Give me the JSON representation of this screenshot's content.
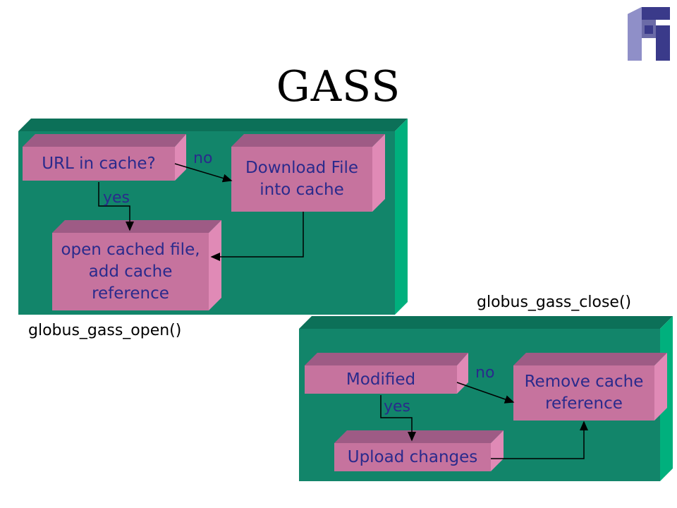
{
  "slide": {
    "title": "GASS"
  },
  "open_panel": {
    "caption": "globus_gass_open()",
    "nodes": {
      "url_in_cache": "URL in cache?",
      "download_file": "Download File\ninto cache",
      "open_cached": "open cached file,\nadd cache\nreference"
    },
    "edges": {
      "no": "no",
      "yes": "yes"
    }
  },
  "close_panel": {
    "caption": "globus_gass_close()",
    "nodes": {
      "modified": "Modified",
      "remove_cache": "Remove cache\nreference",
      "upload_changes": "Upload changes"
    },
    "edges": {
      "no": "no",
      "yes": "yes"
    }
  },
  "colors": {
    "panel_front": "#12856a",
    "panel_top": "#0c7058",
    "panel_side": "#00b07d",
    "box_front": "#c6739e",
    "box_top": "#9e5b85",
    "box_side": "#e08ab6",
    "box_text": "#2a2a8c",
    "logo_dark": "#3a3a8a",
    "logo_light": "#8f8fc8"
  }
}
